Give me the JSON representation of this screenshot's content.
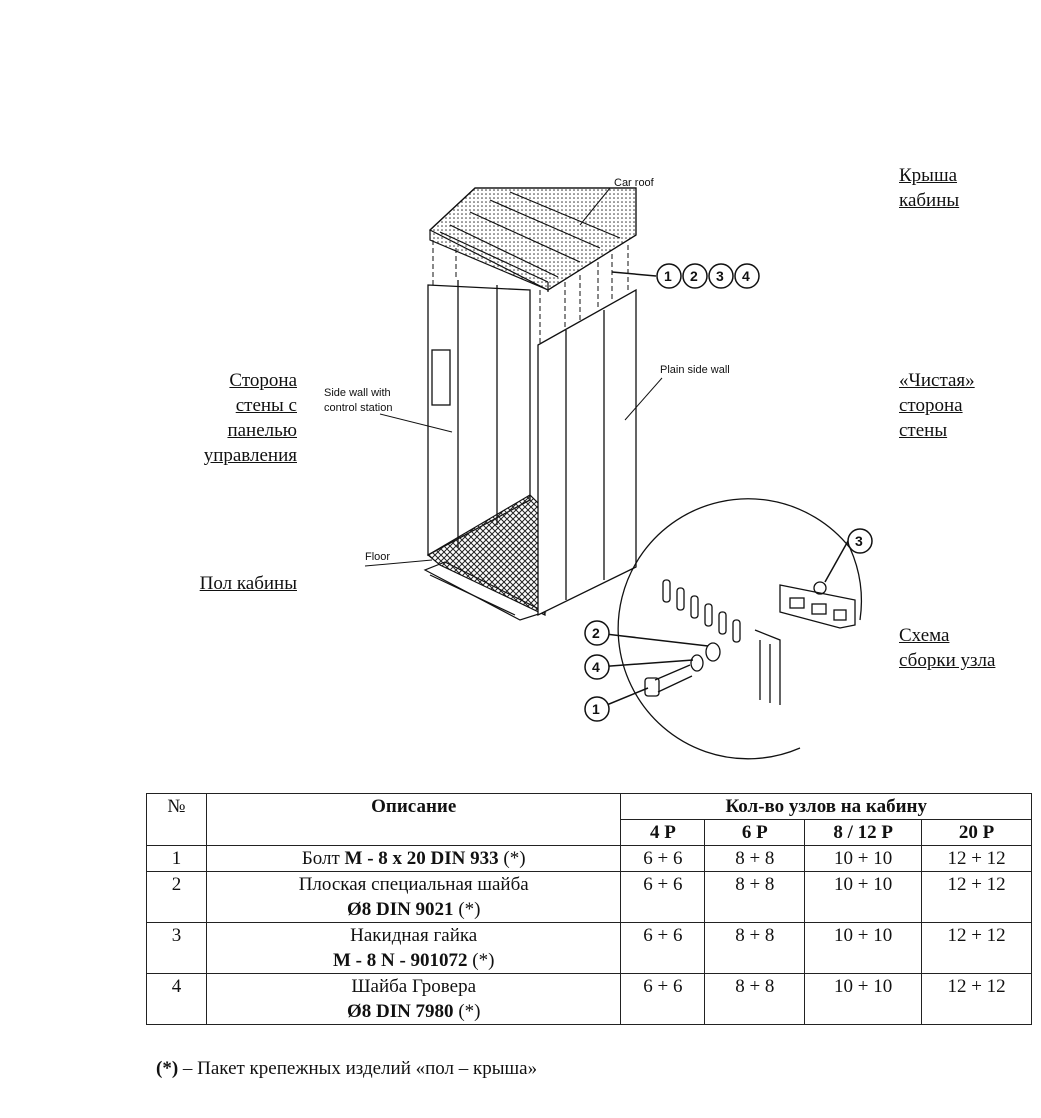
{
  "annotations": {
    "car_roof": [
      "Крыша",
      "кабины"
    ],
    "side_wall_control": [
      "Сторона",
      "стены с",
      "панелью",
      "управления"
    ],
    "plain_wall": [
      "«Чистая»",
      "сторона",
      "стены"
    ],
    "floor": [
      "Пол кабины"
    ],
    "assembly": [
      "Схема",
      "сборки узла"
    ]
  },
  "drawing_labels": {
    "car_roof": "Car roof",
    "side_wall_line1": "Side wall with",
    "side_wall_line2": "control station",
    "plain_side_wall": "Plain side wall",
    "floor": "Floor"
  },
  "callouts": [
    "1",
    "2",
    "3",
    "4"
  ],
  "table": {
    "header": {
      "no": "№",
      "description": "Описание",
      "qty_group": "Кол-во узлов на кабину",
      "qty_columns": [
        "4 P",
        "6 P",
        "8 / 12 P",
        "20 P"
      ]
    },
    "rows": [
      {
        "no": "1",
        "desc_plain": "Болт ",
        "desc_bold": "M - 8 x 20 DIN 933",
        "desc_suffix": " (*)",
        "qty": [
          "6 + 6",
          "8 + 8",
          "10 + 10",
          "12 + 12"
        ]
      },
      {
        "no": "2",
        "desc_plain": "Плоская специальная шайба",
        "desc_bold": "Ø8 DIN 9021",
        "desc_suffix": " (*)",
        "qty": [
          "6 + 6",
          "8 + 8",
          "10 + 10",
          "12 + 12"
        ]
      },
      {
        "no": "3",
        "desc_plain": "Накидная гайка",
        "desc_bold": "M - 8 N - 901072",
        "desc_suffix": " (*)",
        "qty": [
          "6 + 6",
          "8 + 8",
          "10 + 10",
          "12 + 12"
        ]
      },
      {
        "no": "4",
        "desc_plain": "Шайба Гровера",
        "desc_bold": "Ø8 DIN 7980",
        "desc_suffix": " (*)",
        "qty": [
          "6 + 6",
          "8 + 8",
          "10 + 10",
          "12 + 12"
        ]
      }
    ]
  },
  "footnote": {
    "marker": "(*)",
    "text": " – Пакет крепежных изделий «пол – крыша»"
  }
}
